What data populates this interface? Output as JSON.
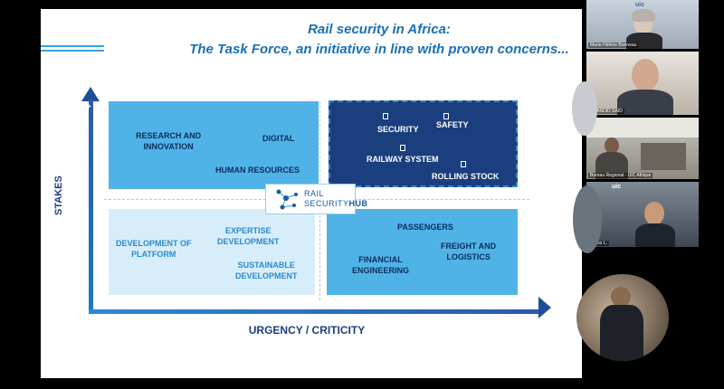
{
  "slide": {
    "title_line1": "Rail security in Africa:",
    "title_line2": "The Task Force, an initiative in line with proven concerns...",
    "axis_plus_top": "+",
    "axis_minus": "-",
    "axis_plus_right": "+",
    "y_axis_label": "STAKES",
    "x_axis_label": "URGENCY / CRITICITY",
    "logo": {
      "line1": "RAIL",
      "line2_a": "SECURITY",
      "line2_b": "HUB"
    },
    "quadrants": {
      "top_left": [
        "RESEARCH AND",
        "INNOVATION",
        "DIGITAL",
        "HUMAN RESOURCES"
      ],
      "top_right": [
        "SECURITY",
        "SAFETY",
        "RAILWAY SYSTEM",
        "ROLLING STOCK"
      ],
      "bottom_left": [
        "DEVELOPMENT OF",
        "PLATFORM",
        "EXPERTISE",
        "DEVELOPMENT",
        "SUSTAINABLE",
        "DEVELOPMENT"
      ],
      "bottom_right": [
        "PASSENGERS",
        "FREIGHT AND",
        "LOGISTICS",
        "FINANCIAL",
        "ENGINEERING"
      ]
    }
  },
  "participants": [
    {
      "name": "Marie-Hélène Bonneau",
      "badge": "uic"
    },
    {
      "name": "CHANDID SAID"
    },
    {
      "name": "Bureau Regional - UIC Afrique"
    },
    {
      "name": "Bruno L.",
      "badge": "uic"
    }
  ],
  "colors": {
    "accent": "#1a6fb5",
    "quadrant_light": "#4fb3e8",
    "quadrant_dark": "#1b3f7e",
    "quadrant_pale": "#d7eefa"
  }
}
